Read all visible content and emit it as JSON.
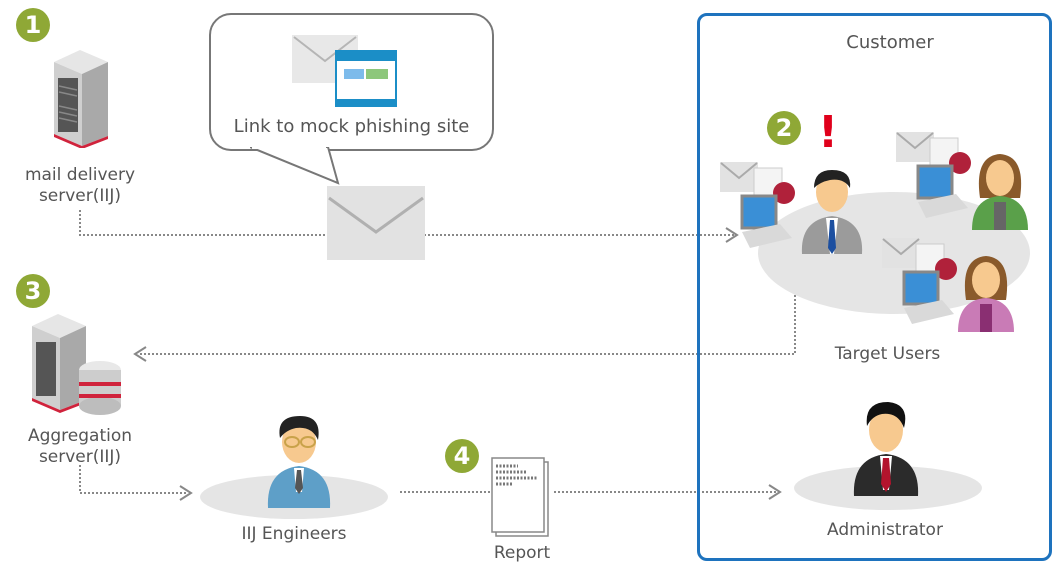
{
  "steps": {
    "step1": "1",
    "step2": "2",
    "step3": "3",
    "step4": "4"
  },
  "nodes": {
    "mail_server": {
      "line1": "mail delivery",
      "line2": "server(IIJ)"
    },
    "aggregation_server": {
      "line1": "Aggregation",
      "line2": "server(IIJ)"
    },
    "engineers": "IIJ Engineers",
    "report": "Report",
    "target_users": "Target Users",
    "administrator": "Administrator"
  },
  "customer_group": {
    "title": "Customer"
  },
  "bubble": {
    "text": "Link to mock phishing site"
  },
  "alert": {
    "symbol": "!"
  },
  "colors": {
    "badge": "#8fa836",
    "customer_border": "#1e73be",
    "alert": "#e0001b",
    "malware": "#b0213a",
    "connector": "#888888"
  }
}
